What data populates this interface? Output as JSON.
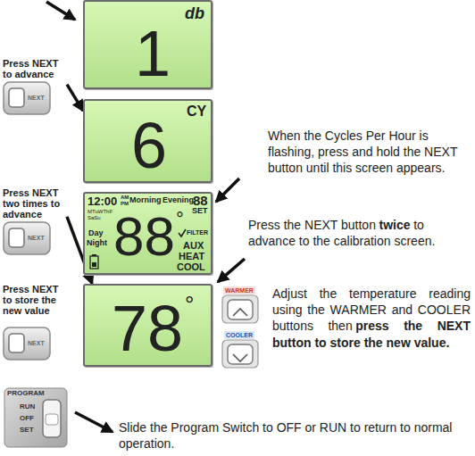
{
  "diagram": {
    "nodes": [
      {
        "text": [
          "1",
          "db"
        ]
      },
      {
        "text": [
          "Press NEXT to advance",
          "NEXT"
        ]
      },
      {
        "text": [
          "6",
          "CY"
        ]
      },
      {
        "text": [
          "Press NEXT two times to advance",
          "NEXT"
        ]
      },
      {
        "text": [
          "12:00",
          "AM",
          "PM",
          "Morning",
          "Evening",
          "88",
          "SET",
          "MTuWThF",
          "SaSu",
          "Day",
          "Night",
          "88",
          "°",
          "FILTER",
          "AUX",
          "HEAT",
          "COOL"
        ]
      },
      {
        "text": [
          "Press NEXT to store the new value",
          "NEXT"
        ]
      },
      {
        "text": [
          "78",
          "°"
        ]
      },
      {
        "text": [
          "WARMER"
        ]
      },
      {
        "text": [
          "COOLER"
        ]
      },
      {
        "text": [
          "PROGRAM",
          "RUN",
          "OFF",
          "SET"
        ]
      }
    ],
    "edges": [
      {
        "from": 1,
        "to": 2,
        "arrow": "to"
      },
      {
        "from": 3,
        "to": 6,
        "arrow": "to"
      }
    ],
    "labels": [
      "When the Cycles Per Hour is flashing, press and hold the NEXT button until this screen appears.",
      "Press the NEXT button",
      "twice",
      "to advance to the calibration screen.",
      "Adjust the temperature reading using the WARMER and COOLER buttons then",
      "press the NEXT button to store the new value.",
      "Slide the Program Switch to OFF or RUN to return to normal operation."
    ]
  }
}
